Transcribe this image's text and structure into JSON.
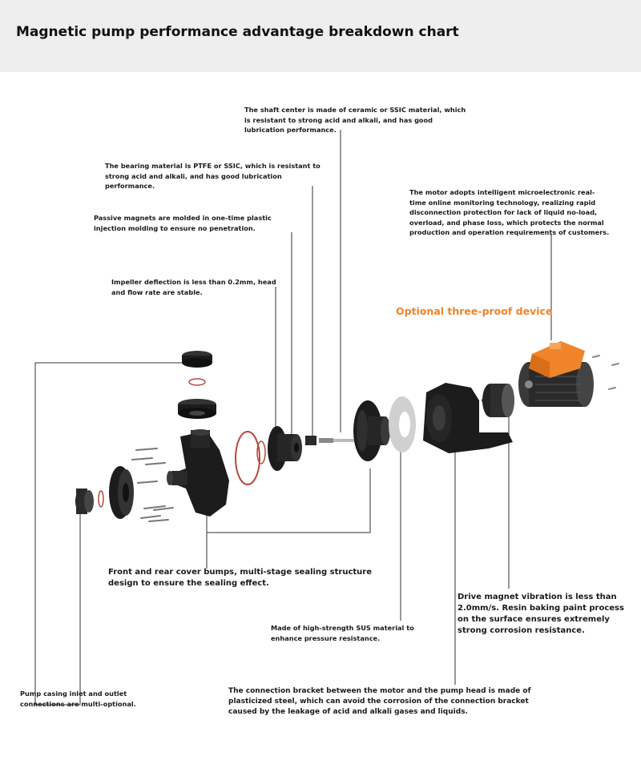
{
  "title": "Magnetic pump performance advantage breakdown chart",
  "annotations": {
    "shaft": "The shaft center is made of ceramic or SSIC material, which is resistant to strong acid and alkali, and has good lubrication performance.",
    "bearing": "The bearing material is PTFE or SSIC, which is resistant to strong acid and alkali, and has good lubrication performance.",
    "passive_magnets": "Passive magnets are molded in one-time plastic injection molding to ensure no penetration.",
    "impeller": "Impeller deflection is less than 0.2mm, head and flow rate are stable.",
    "motor": "The motor adopts intelligent microelectronic real-time online monitoring technology, realizing rapid disconnection protection for lack of liquid no-load, overload, and phase loss, which protects the normal production and operation requirements of customers.",
    "three_proof": "Optional three-proof device",
    "cover_sealing": "Front and rear cover bumps, multi-stage sealing structure design to ensure the sealing effect.",
    "drive_magnet": "Drive magnet vibration is less than 2.0mm/s. Resin baking paint process on the surface ensures extremely strong corrosion resistance.",
    "sus_material": "Made of high-strength SUS material to enhance pressure resistance.",
    "casing_connections": "Pump casing inlet and outlet connections are multi-optional.",
    "bracket": "The connection bracket between the motor and the pump head is made of plasticized steel, which can avoid the corrosion of the connection bracket caused by the leakage of acid and alkali gases and liquids."
  },
  "colors": {
    "header_bg": "#eeeeee",
    "text": "#1a1a1a",
    "accent_orange": "#f0842a",
    "part_black": "#1c1c1c",
    "part_grey": "#d0d0d0",
    "seal_ring": "#b44a3a"
  }
}
